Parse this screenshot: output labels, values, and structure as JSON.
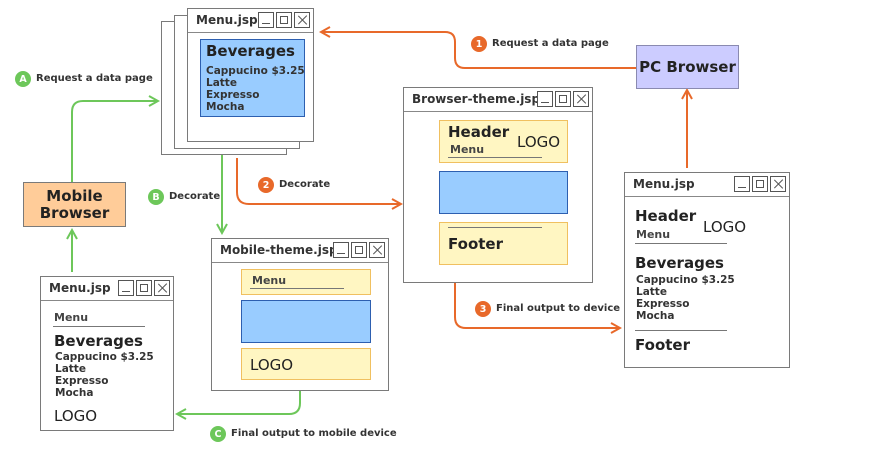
{
  "steps": {
    "s1": {
      "badge": "1",
      "label": "Request a data page"
    },
    "s2": {
      "badge": "2",
      "label": "Decorate"
    },
    "s3": {
      "badge": "3",
      "label": "Final output to device"
    },
    "sA": {
      "badge": "A",
      "label": "Request a data page"
    },
    "sB": {
      "badge": "B",
      "label": "Decorate"
    },
    "sC": {
      "badge": "C",
      "label": "Final output to mobile device"
    }
  },
  "nodes": {
    "pc_browser": "PC Browser",
    "mobile_browser": "Mobile Browser"
  },
  "windows": {
    "menu_source": {
      "title": "Menu.jsp",
      "heading": "Beverages",
      "items": [
        "Cappucino $3.25",
        "Latte",
        "Expresso",
        "Mocha"
      ]
    },
    "browser_theme": {
      "title": "Browser-theme.jsp",
      "header": "Header",
      "logo": "LOGO",
      "menu": "Menu",
      "footer": "Footer"
    },
    "mobile_theme": {
      "title": "Mobile-theme.jsp",
      "menu": "Menu",
      "logo": "LOGO"
    },
    "pc_output": {
      "title": "Menu.jsp",
      "header": "Header",
      "logo": "LOGO",
      "menu": "Menu",
      "heading": "Beverages",
      "items": [
        "Cappucino $3.25",
        "Latte",
        "Expresso",
        "Mocha"
      ],
      "footer": "Footer"
    },
    "mobile_output": {
      "title": "Menu.jsp",
      "menu": "Menu",
      "heading": "Beverages",
      "items": [
        "Cappucino $3.25",
        "Latte",
        "Expresso",
        "Mocha"
      ],
      "logo": "LOGO"
    }
  },
  "colors": {
    "pc_flow": "#e8692a",
    "mobile_flow": "#6dc75a",
    "content_fill": "#99ccff",
    "theme_fill": "#fff6c2",
    "pc_node_fill": "#ccccff",
    "mobile_node_fill": "#ffcc99"
  }
}
